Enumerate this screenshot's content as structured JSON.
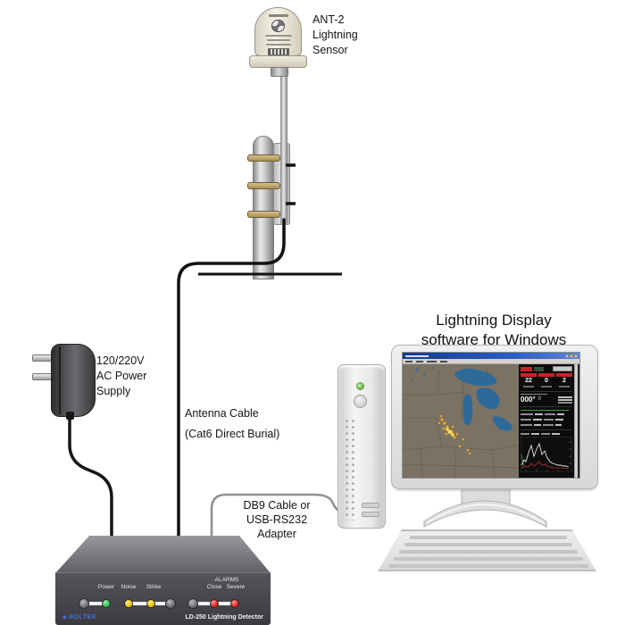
{
  "labels": {
    "sensor_line1": "ANT-2",
    "sensor_line2": "Lightning",
    "sensor_line3": "Sensor",
    "psu_line1": "120/220V",
    "psu_line2": "AC Power",
    "psu_line3": "Supply",
    "antenna_line1": "Antenna Cable",
    "antenna_line2": "(Cat6 Direct Burial)",
    "db9_line1": "DB9 Cable or",
    "db9_line2": "USB-RS232",
    "db9_line3": "Adapter",
    "title_line1": "Lightning Display",
    "title_line2": "software for Windows"
  },
  "detector": {
    "brand": "BOLTEK",
    "brand_glyph": "◈",
    "model": "LD-250 Lightning Detector",
    "alarms_heading": "ALARMS",
    "led_power_label": "Power",
    "led_noise_label": "Noise",
    "led_strike_label": "Strike",
    "led_close_label": "Close",
    "led_severe_label": "Severe"
  },
  "software": {
    "counter1": "22",
    "counter2": "0",
    "counter3": "2",
    "bearing": "000°",
    "bearing_sub": "0"
  },
  "colors": {
    "map_land": "#7b7264",
    "map_water": "#2e6a99",
    "strike_orange": "#f2a71b",
    "strike_yellow": "#ffd34d",
    "led_green": "#2eb84b",
    "led_yellow": "#f4c400",
    "led_red": "#e01f1f",
    "panel_red": "#cc2222",
    "clamp_brass": "#ad9668"
  }
}
